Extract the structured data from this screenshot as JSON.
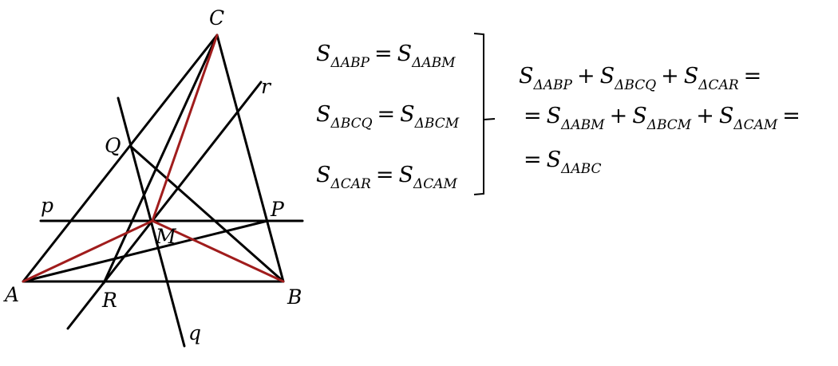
{
  "figure": {
    "point_labels": {
      "A": "A",
      "B": "B",
      "C": "C",
      "P": "P",
      "Q": "Q",
      "R": "R",
      "M": "M"
    },
    "line_labels": {
      "p": "p",
      "q": "q",
      "r": "r"
    },
    "colors": {
      "lines": "#000000",
      "cevians_to_M": "#a01c1c"
    }
  },
  "equations": {
    "left": [
      [
        "S",
        "ΔABP",
        "=",
        "S",
        "ΔABM"
      ],
      [
        "S",
        "ΔBCQ",
        "=",
        "S",
        "ΔBCM"
      ],
      [
        "S",
        "ΔCAR",
        "=",
        "S",
        "ΔCAM"
      ]
    ],
    "right": [
      [
        "S",
        "ΔABP",
        "+",
        "S",
        "ΔBCQ",
        "+",
        "S",
        "ΔCAR",
        "="
      ],
      [
        "=",
        "S",
        "ΔABM",
        "+",
        "S",
        "ΔBCM",
        "+",
        "S",
        "ΔCAM",
        "="
      ],
      [
        "=",
        "S",
        "ΔABC"
      ]
    ]
  }
}
